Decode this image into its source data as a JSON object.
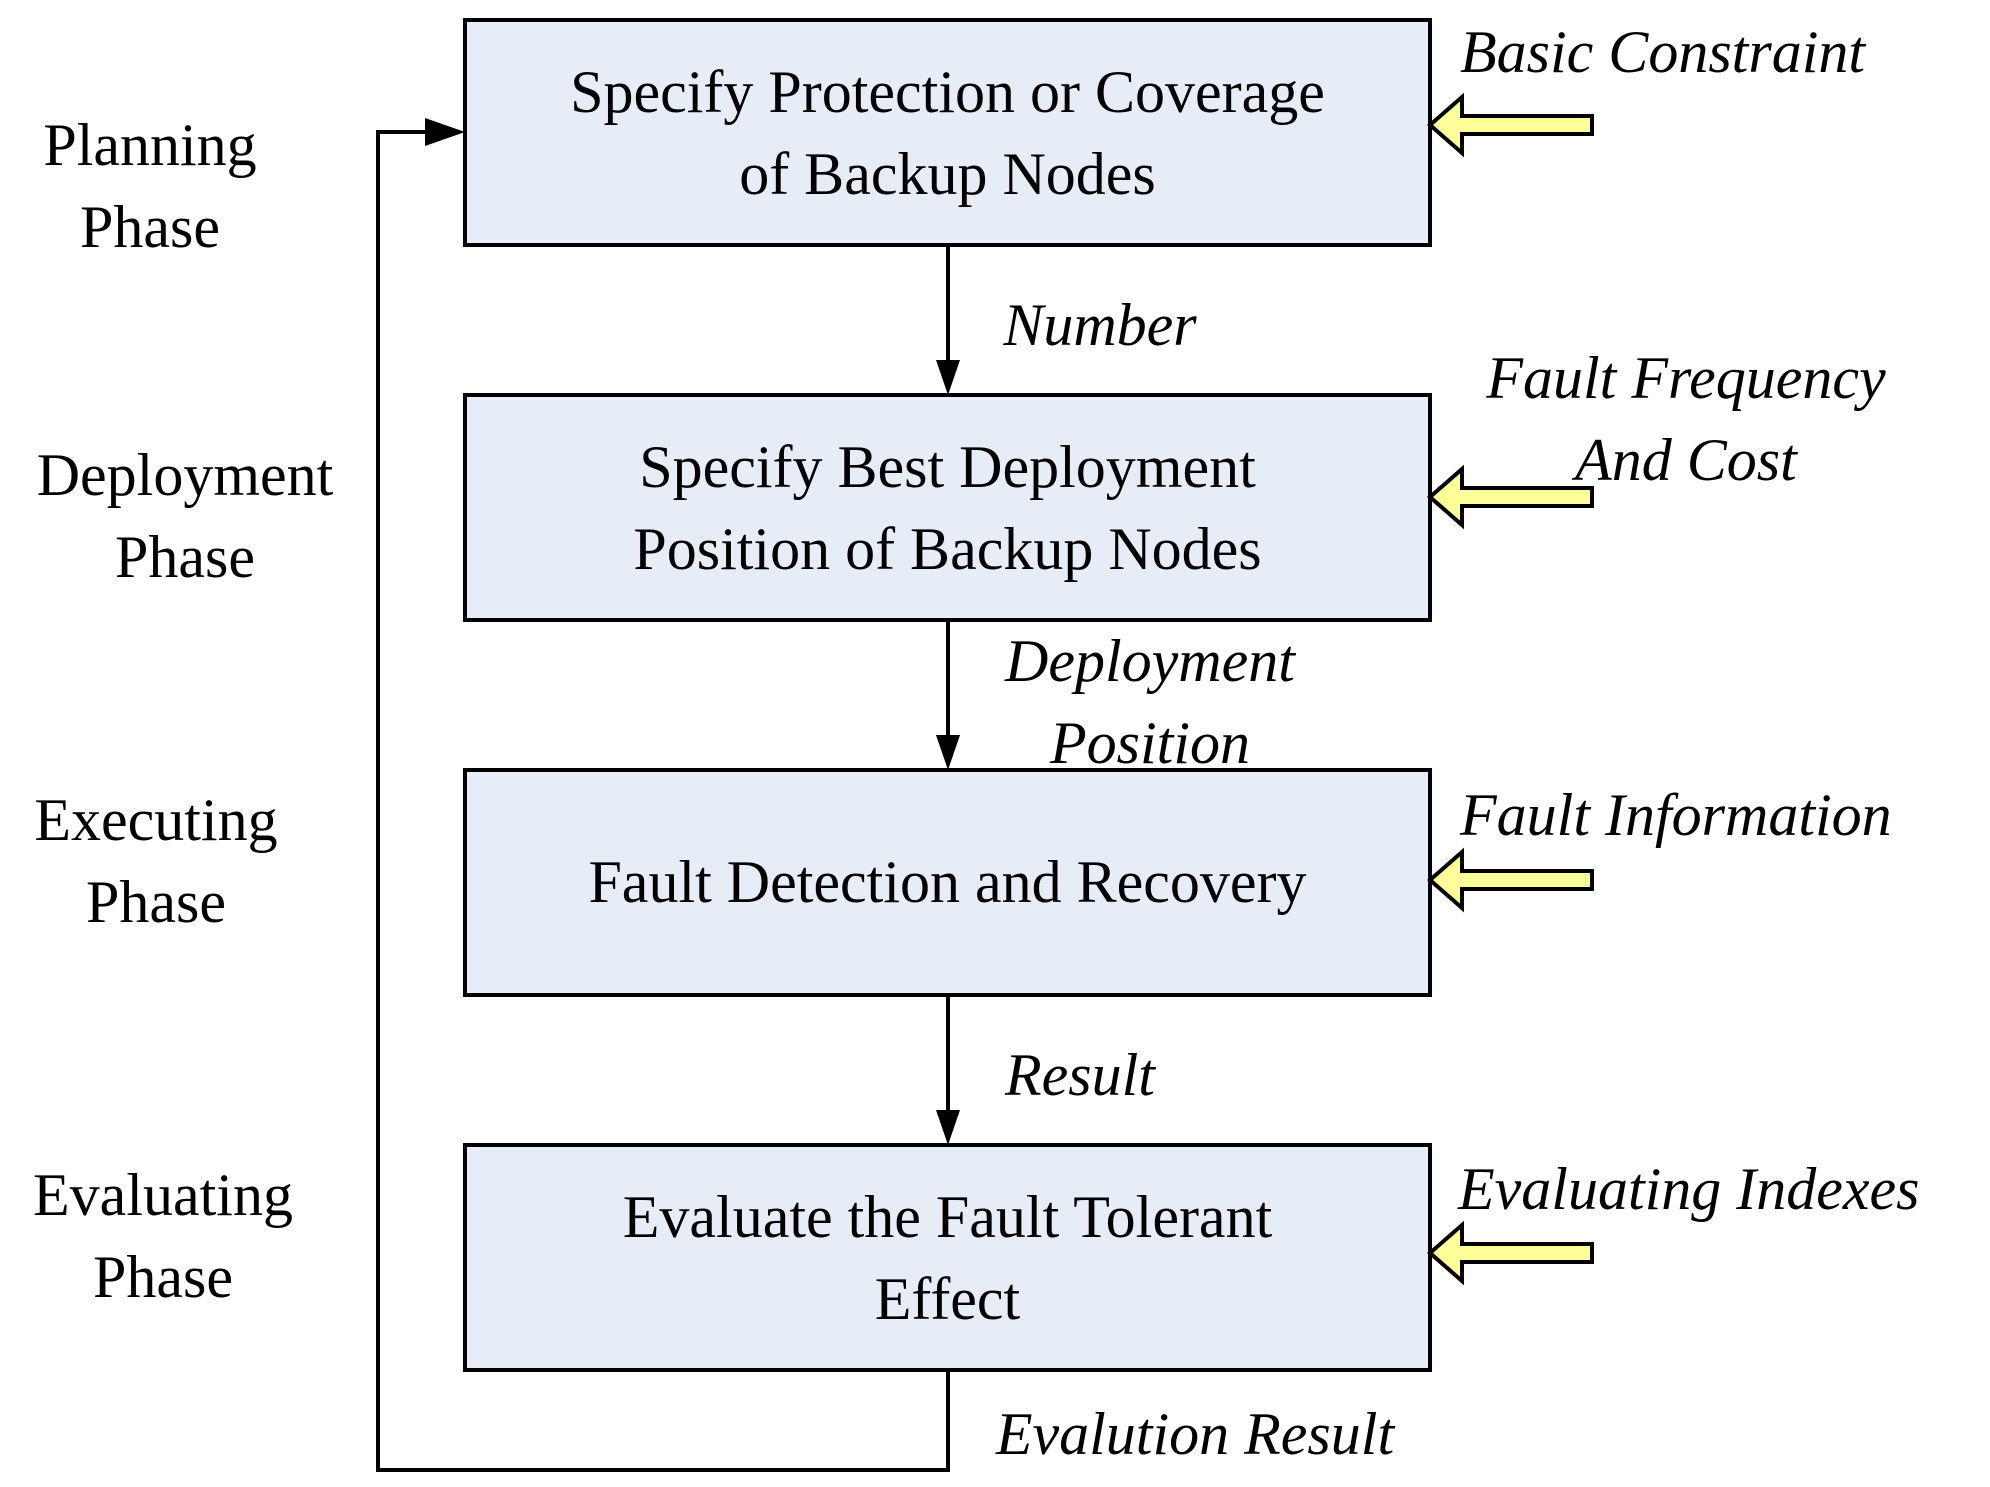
{
  "phases": [
    {
      "lines": [
        "Planning",
        "Phase"
      ]
    },
    {
      "lines": [
        "Deployment",
        "Phase"
      ]
    },
    {
      "lines": [
        "Executing",
        "Phase"
      ]
    },
    {
      "lines": [
        "Evaluating",
        "Phase"
      ]
    }
  ],
  "steps": [
    {
      "lines": [
        "Specify Protection or Coverage",
        "of Backup Nodes"
      ]
    },
    {
      "lines": [
        "Specify Best Deployment",
        "Position of Backup Nodes"
      ]
    },
    {
      "lines": [
        "Fault Detection and Recovery"
      ]
    },
    {
      "lines": [
        "Evaluate the Fault Tolerant",
        "Effect"
      ]
    }
  ],
  "flows": [
    {
      "lines": [
        "Number"
      ]
    },
    {
      "lines": [
        "Deployment",
        "Position"
      ]
    },
    {
      "lines": [
        "Result"
      ]
    },
    {
      "lines": [
        "Evalution Result"
      ]
    }
  ],
  "inputs": [
    {
      "lines": [
        "Basic Constraint"
      ]
    },
    {
      "lines": [
        "Fault Frequency",
        "And Cost"
      ]
    },
    {
      "lines": [
        "Fault Information"
      ]
    },
    {
      "lines": [
        "Evaluating Indexes"
      ]
    }
  ],
  "colors": {
    "box_fill": "#E6EDF7",
    "box_stroke": "#000000",
    "input_arrow_fill": "#FFFF99",
    "line": "#000000"
  }
}
